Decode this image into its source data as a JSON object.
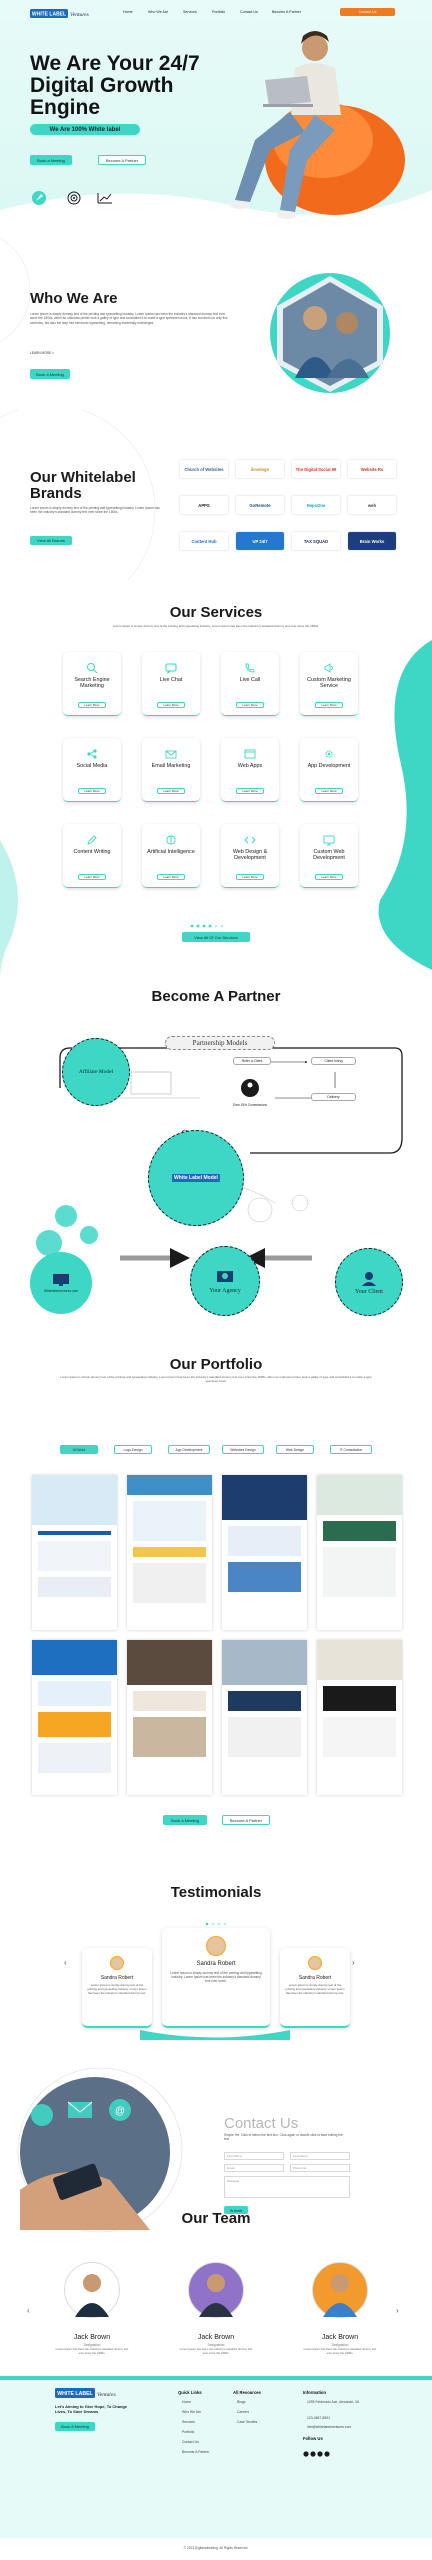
{
  "brand": {
    "logo_main": "WHITE LABEL",
    "logo_script": "Ventures",
    "accent": "#3ed6c5",
    "orange": "#f07a1f"
  },
  "nav": {
    "links": [
      "Home",
      "Who We Are",
      "Services",
      "Portfolio",
      "Contact Us",
      "Become A Partner"
    ],
    "cta": "Contact Us"
  },
  "hero": {
    "title": "We Are Your 24/7 Digital Growth Engine",
    "badge": "We Are 100% White label",
    "btn_primary": "Book a Meeting",
    "btn_secondary": "Become A Partner",
    "icons": [
      "rocket-icon",
      "target-icon",
      "growth-chart-icon"
    ]
  },
  "who": {
    "title": "Who We Are",
    "paragraph": "Lorem ipsum is simply dummy text of the printing and typesetting industry. Lorem Ipsum has been the industry's standard dummy text ever since the 1500s, when an unknown printer took a galley of type and scrambled it to make a type specimen book. It has survived not only five centuries, but also the leap into electronic typesetting, remaining essentially unchanged.",
    "learn_more": "LEARN MORE >",
    "btn": "Book a Meeting"
  },
  "brands": {
    "title": "Our Whitelabel Brands",
    "paragraph": "Lorem ipsum is simply dummy text of the printing and typesetting industry. Lorem Ipsum has been the industry's standard dummy text ever since the 1500s.",
    "btn": "View All Brands",
    "items": [
      "Church of Websites",
      "ilovelogo",
      "The Digital Social 99",
      "Website Rx",
      "APPS",
      "GoRemote",
      "RepoOne",
      "web",
      "Content Hub",
      "UP 24/7",
      "TAX SQUAD",
      "Brain Works"
    ]
  },
  "services": {
    "title": "Our Services",
    "intro": "Lorem ipsum is simply dummy text of the printing and typesetting industry. Lorem Ipsum has been the industry's standard dummy text ever since the 1500s.",
    "learn_more": "Learn More",
    "btn": "View All Of Our Services",
    "items": [
      {
        "name": "Search Engine Marketing",
        "icon": "search-icon"
      },
      {
        "name": "Live Chat",
        "icon": "chat-icon"
      },
      {
        "name": "Live Call",
        "icon": "phone-icon"
      },
      {
        "name": "Custom Marketing Service",
        "icon": "megaphone-icon"
      },
      {
        "name": "Social Media",
        "icon": "share-icon"
      },
      {
        "name": "Email Marketing",
        "icon": "mail-icon"
      },
      {
        "name": "Web Apps",
        "icon": "browser-icon"
      },
      {
        "name": "App Development",
        "icon": "gear-icon"
      },
      {
        "name": "Content Writing",
        "icon": "pen-icon"
      },
      {
        "name": "Artificial Intelligence",
        "icon": "brain-icon"
      },
      {
        "name": "Web Design & Development",
        "icon": "code-icon"
      },
      {
        "name": "Custom Web Development",
        "icon": "monitor-icon"
      }
    ]
  },
  "partner": {
    "title": "Become A Partner",
    "models_label": "Partnership Models",
    "affiliate": "Affiliate Model",
    "refer": "Refer a Client",
    "client_hiring": "Client hiring",
    "earn": "Earn 15% Commissions",
    "delivery": "Delivery",
    "wl_model": "White Label Model",
    "your_agency": "Your Agency",
    "your_client": "Your Client",
    "website_url": "Whitelabelventures.com"
  },
  "portfolio": {
    "title": "Our Portfolio",
    "intro": "Lorem ipsum is simply dummy text of the printing and typesetting industry. Lorem Ipsum has been the industry's standard dummy text ever since the 1500s, when an unknown printer took a galley of type and scrambled it to make a type specimen book.",
    "tabs": [
      "All Work",
      "Logo Design",
      "App Development",
      "Websites Design",
      "Web Design",
      "IT Consultation"
    ],
    "btn_primary": "Book a Meeting",
    "btn_secondary": "Become A Partner"
  },
  "testimonials": {
    "title": "Testimonials",
    "items": [
      {
        "name": "Sandra Robert",
        "text": "Lorem ipsum is simply dummy text of the printing and typesetting industry. Lorem Ipsum has been the industry's standard dummy text."
      },
      {
        "name": "Sandra Robert",
        "text": "Lorem ipsum is simply dummy text of the printing and typesetting industry. Lorem Ipsum has been the industry's standard dummy text ever since."
      },
      {
        "name": "Sandra Robert",
        "text": "Lorem ipsum is simply dummy text of the printing and typesetting industry. Lorem Ipsum has been the industry's standard dummy text."
      }
    ]
  },
  "contact": {
    "title": "Contact Us",
    "subtitle": "Simple Yet. Click to select the text box. Click again or double click to start editing the text.",
    "fields": [
      "First Name",
      "Last Name",
      "Email",
      "Phone No",
      "Message"
    ],
    "submit": "Submit"
  },
  "team": {
    "title": "Our Team",
    "members": [
      {
        "name": "Jack Brown",
        "role": "Designation",
        "desc": "Lorem Ipsum has been the industry's standard dummy text ever since the 1500s."
      },
      {
        "name": "Jack Brown",
        "role": "Designation",
        "desc": "Lorem Ipsum has been the industry's standard dummy text ever since the 1500s."
      },
      {
        "name": "Jack Brown",
        "role": "Designation",
        "desc": "Lorem Ipsum has been the industry's standard dummy text ever since the 1500s."
      }
    ]
  },
  "footer": {
    "tagline": "Let's Aiming to Give Hope, To Change Lives, To Save Dreams",
    "btn": "Book A Meeting",
    "quick_links_title": "Quick Links",
    "quick_links": [
      "Home",
      "Who We Are",
      "Services",
      "Portfolio",
      "Contact Us",
      "Become A Partner"
    ],
    "resources_title": "All Resources",
    "resources": [
      "Blogs",
      "Careers",
      "Case Studies"
    ],
    "info_title": "Information",
    "address": "1095 Felderado Ave, Alexandri, VA",
    "phone": "123-4567-8901",
    "email": "info@whitelabelventures.com",
    "follow": "Follow Us",
    "copyright": "© 2023 Digitalmarketing. All Rights Reserved."
  }
}
